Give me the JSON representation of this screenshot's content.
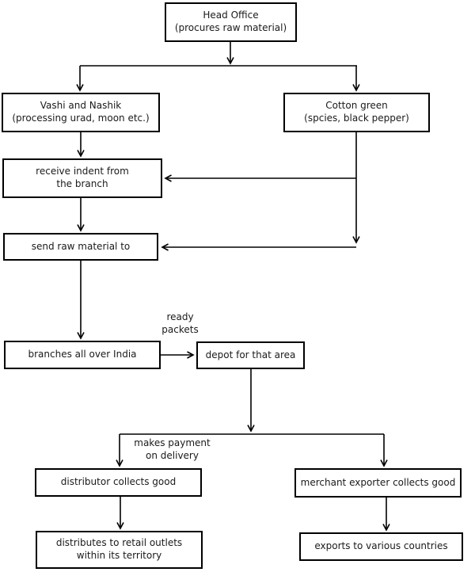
{
  "diagram": {
    "title": "supply chain flowchart",
    "colors": {
      "line": "#000000",
      "box_border": "#000000",
      "background": "#ffffff",
      "text": "#1a1a1a"
    },
    "nodes": {
      "head_office": "Head Office\n(procures raw material)",
      "vashi_nashik": "Vashi and Nashik\n(processing urad, moon etc.)",
      "cotton_green": "Cotton green\n(spcies, black pepper)",
      "receive_indent": "receive indent from\nthe branch",
      "send_raw_material": "send raw material to",
      "branches_india": "branches all over India",
      "depot_area": "depot for that area",
      "distributor_collects": "distributor collects good",
      "merchant_exporter_collects": "merchant exporter collects good",
      "distributes_retail": "distributes to retail outlets\nwithin its territory",
      "exports_countries": "exports to various countries"
    },
    "edge_labels": {
      "ready_packets": "ready\npackets",
      "makes_payment_on_delivery": "makes payment\non delivery"
    }
  }
}
